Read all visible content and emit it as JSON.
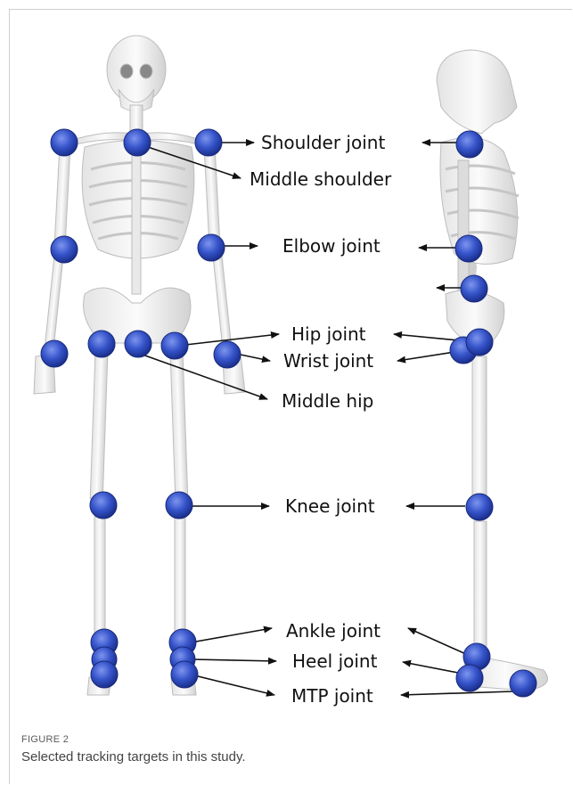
{
  "figure": {
    "labels": {
      "shoulder": "Shoulder joint",
      "middle_shoulder": "Middle shoulder",
      "elbow": "Elbow joint",
      "hip": "Hip joint",
      "wrist": "Wrist joint",
      "middle_hip": "Middle hip",
      "knee": "Knee joint",
      "ankle": "Ankle joint",
      "heel": "Heel joint",
      "mtp": "MTP joint"
    },
    "marker_color": "#2946b8"
  },
  "caption": {
    "label": "FIGURE 2",
    "text": "Selected tracking targets in this study."
  }
}
